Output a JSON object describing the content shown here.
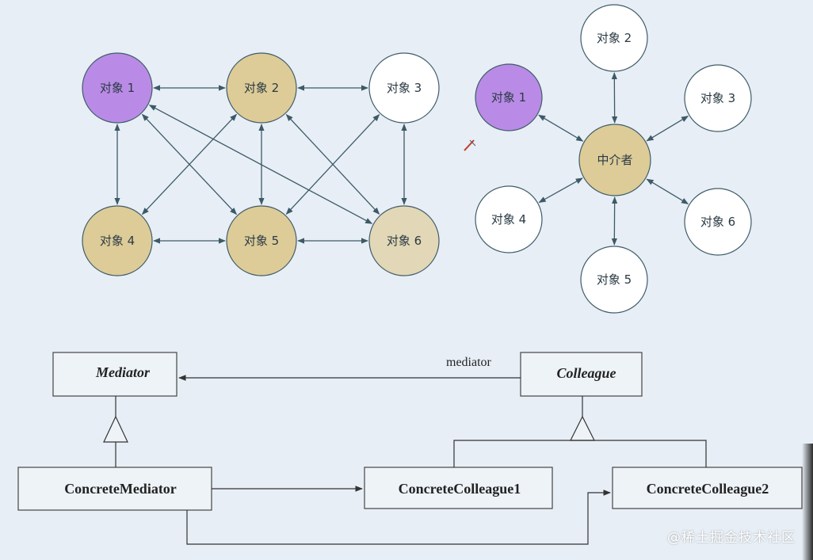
{
  "colors": {
    "background": "#e7eef6",
    "purple": "#b98be6",
    "tan": "#ddcc98",
    "tan_light": "#e2d7b6",
    "white_node": "#ffffff",
    "line": "#3d5a66"
  },
  "mesh": {
    "nodes": [
      {
        "id": "m1",
        "label": "对象 1",
        "fill": "purple"
      },
      {
        "id": "m2",
        "label": "对象 2",
        "fill": "tan"
      },
      {
        "id": "m3",
        "label": "对象 3",
        "fill": "white_node"
      },
      {
        "id": "m4",
        "label": "对象 4",
        "fill": "tan"
      },
      {
        "id": "m5",
        "label": "对象 5",
        "fill": "tan"
      },
      {
        "id": "m6",
        "label": "对象 6",
        "fill": "tan_light"
      }
    ],
    "edges": [
      [
        "m1",
        "m2"
      ],
      [
        "m2",
        "m3"
      ],
      [
        "m1",
        "m4"
      ],
      [
        "m2",
        "m5"
      ],
      [
        "m3",
        "m6"
      ],
      [
        "m4",
        "m5"
      ],
      [
        "m5",
        "m6"
      ],
      [
        "m1",
        "m5"
      ],
      [
        "m1",
        "m6"
      ],
      [
        "m2",
        "m4"
      ],
      [
        "m2",
        "m6"
      ],
      [
        "m3",
        "m5"
      ]
    ]
  },
  "star": {
    "center": {
      "id": "hub",
      "label": "中介者",
      "fill": "tan"
    },
    "nodes": [
      {
        "id": "s1",
        "label": "对象 1",
        "fill": "purple"
      },
      {
        "id": "s2",
        "label": "对象 2",
        "fill": "white_node"
      },
      {
        "id": "s3",
        "label": "对象 3",
        "fill": "white_node"
      },
      {
        "id": "s4",
        "label": "对象 4",
        "fill": "white_node"
      },
      {
        "id": "s5",
        "label": "对象 5",
        "fill": "white_node"
      },
      {
        "id": "s6",
        "label": "对象 6",
        "fill": "white_node"
      }
    ]
  },
  "uml": {
    "mediator": "Mediator",
    "colleague": "Colleague",
    "concrete_mediator": "ConcreteMediator",
    "concrete_colleague1": "ConcreteColleague1",
    "concrete_colleague2": "ConcreteColleague2",
    "association_label": "mediator"
  },
  "watermark": "@稀土掘金技术社区"
}
